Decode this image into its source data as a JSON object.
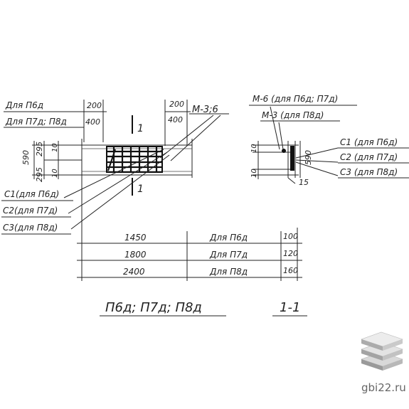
{
  "labels": {
    "for_p6d": "Для П6д",
    "for_p7d_p8d": "Для П7д; П8д",
    "dim_200_a": "200",
    "dim_400_a": "400",
    "dim_200_b": "200",
    "dim_400_b": "400",
    "mesh_m3_6": "М-3;6",
    "section_mark_top": "1",
    "section_mark_bottom": "1",
    "m6": "М-6 (для П6д; П7д)",
    "m3": "М-3 (для П8д)",
    "dim_590_left": "590",
    "dim_295_top": "295",
    "dim_295_bot": "295",
    "dim_10_a": "10",
    "dim_10_b": "10",
    "dim_590_right": "590",
    "dim_10_c": "10",
    "dim_10_d": "10",
    "dim_15": "15",
    "c1_left": "С1(для П6д)",
    "c2_left": "С2(для П7д)",
    "c3_left": "С3(для П8д)",
    "c1_right": "С1 (для П6д)",
    "c2_right": "С2 (для П7д)",
    "c3_right": "С3 (для П8д)",
    "len_1450": "1450",
    "len_1800": "1800",
    "len_2400": "2400",
    "for_p6d_row": "Для П6д",
    "for_p7d_row": "Для П7д",
    "for_p8d_row": "Для П8д",
    "end_100": "100",
    "end_120": "120",
    "end_160": "160",
    "caption_main": "П6д; П7д; П8д",
    "caption_section": "1-1"
  },
  "watermark": {
    "text": "gbi22.ru",
    "icon": "stacked-slabs-icon"
  }
}
